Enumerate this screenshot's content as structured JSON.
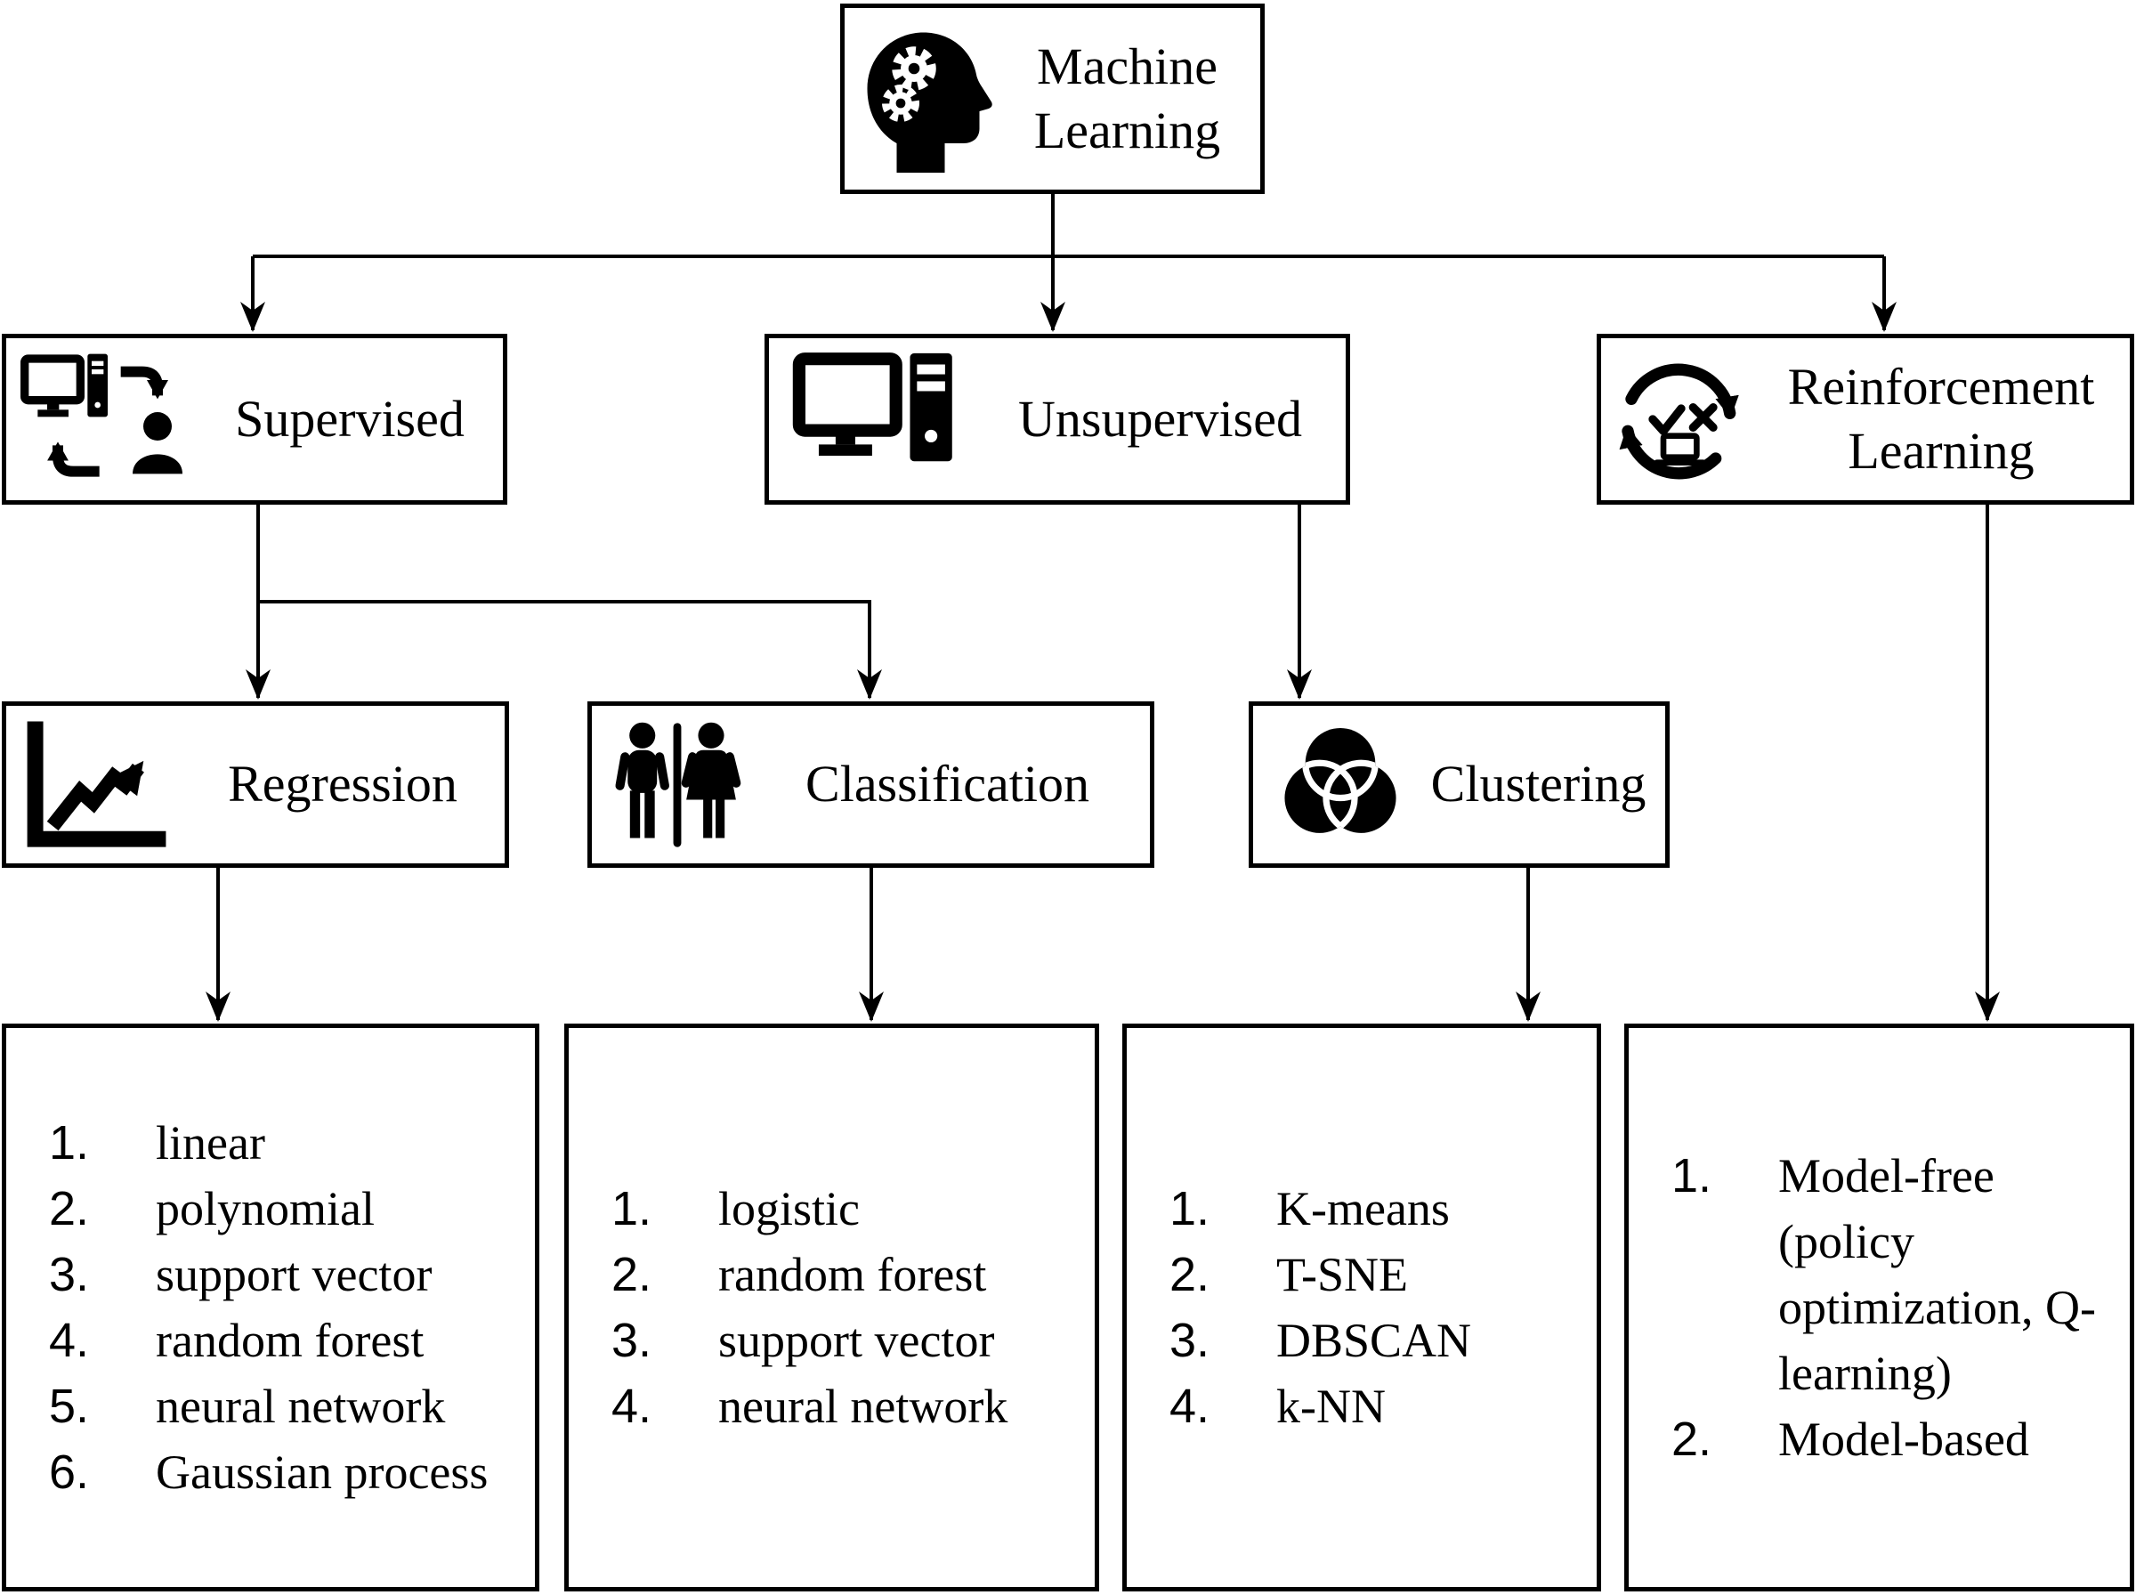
{
  "nodes": {
    "machine_learning": {
      "label": "Machine Learning",
      "icon": "head-gears-icon"
    },
    "supervised": {
      "label": "Supervised",
      "icon": "computer-person-loop-icon"
    },
    "unsupervised": {
      "label": "Unsupervised",
      "icon": "desktop-computer-icon"
    },
    "reinforcement_learning": {
      "label": "Reinforcement Learning",
      "icon": "cycle-check-cross-laptop-icon"
    },
    "regression": {
      "label": "Regression",
      "icon": "trend-chart-icon"
    },
    "classification": {
      "label": "Classification",
      "icon": "man-woman-icon"
    },
    "clustering": {
      "label": "Clustering",
      "icon": "venn-circles-icon"
    }
  },
  "lists": {
    "regression_methods": [
      "linear",
      "polynomial",
      "support vector",
      "random forest",
      "neural network",
      "Gaussian process"
    ],
    "classification_methods": [
      "logistic",
      "random forest",
      "support vector",
      "neural network"
    ],
    "clustering_methods": [
      "K-means",
      "T-SNE",
      "DBSCAN",
      "k-NN"
    ],
    "reinforcement_methods": [
      "Model-free (policy optimization, Q-learning)",
      "Model-based"
    ]
  },
  "edges": [
    [
      "machine_learning",
      "supervised"
    ],
    [
      "machine_learning",
      "unsupervised"
    ],
    [
      "machine_learning",
      "reinforcement_learning"
    ],
    [
      "supervised",
      "regression"
    ],
    [
      "supervised",
      "classification"
    ],
    [
      "unsupervised",
      "clustering"
    ],
    [
      "regression",
      "regression_methods"
    ],
    [
      "classification",
      "classification_methods"
    ],
    [
      "clustering",
      "clustering_methods"
    ],
    [
      "reinforcement_learning",
      "reinforcement_methods"
    ]
  ],
  "colors": {
    "background": "#ffffff",
    "box_border": "#000000",
    "box_fill": "#ffffff",
    "line": "#000000",
    "text": "#000000"
  }
}
